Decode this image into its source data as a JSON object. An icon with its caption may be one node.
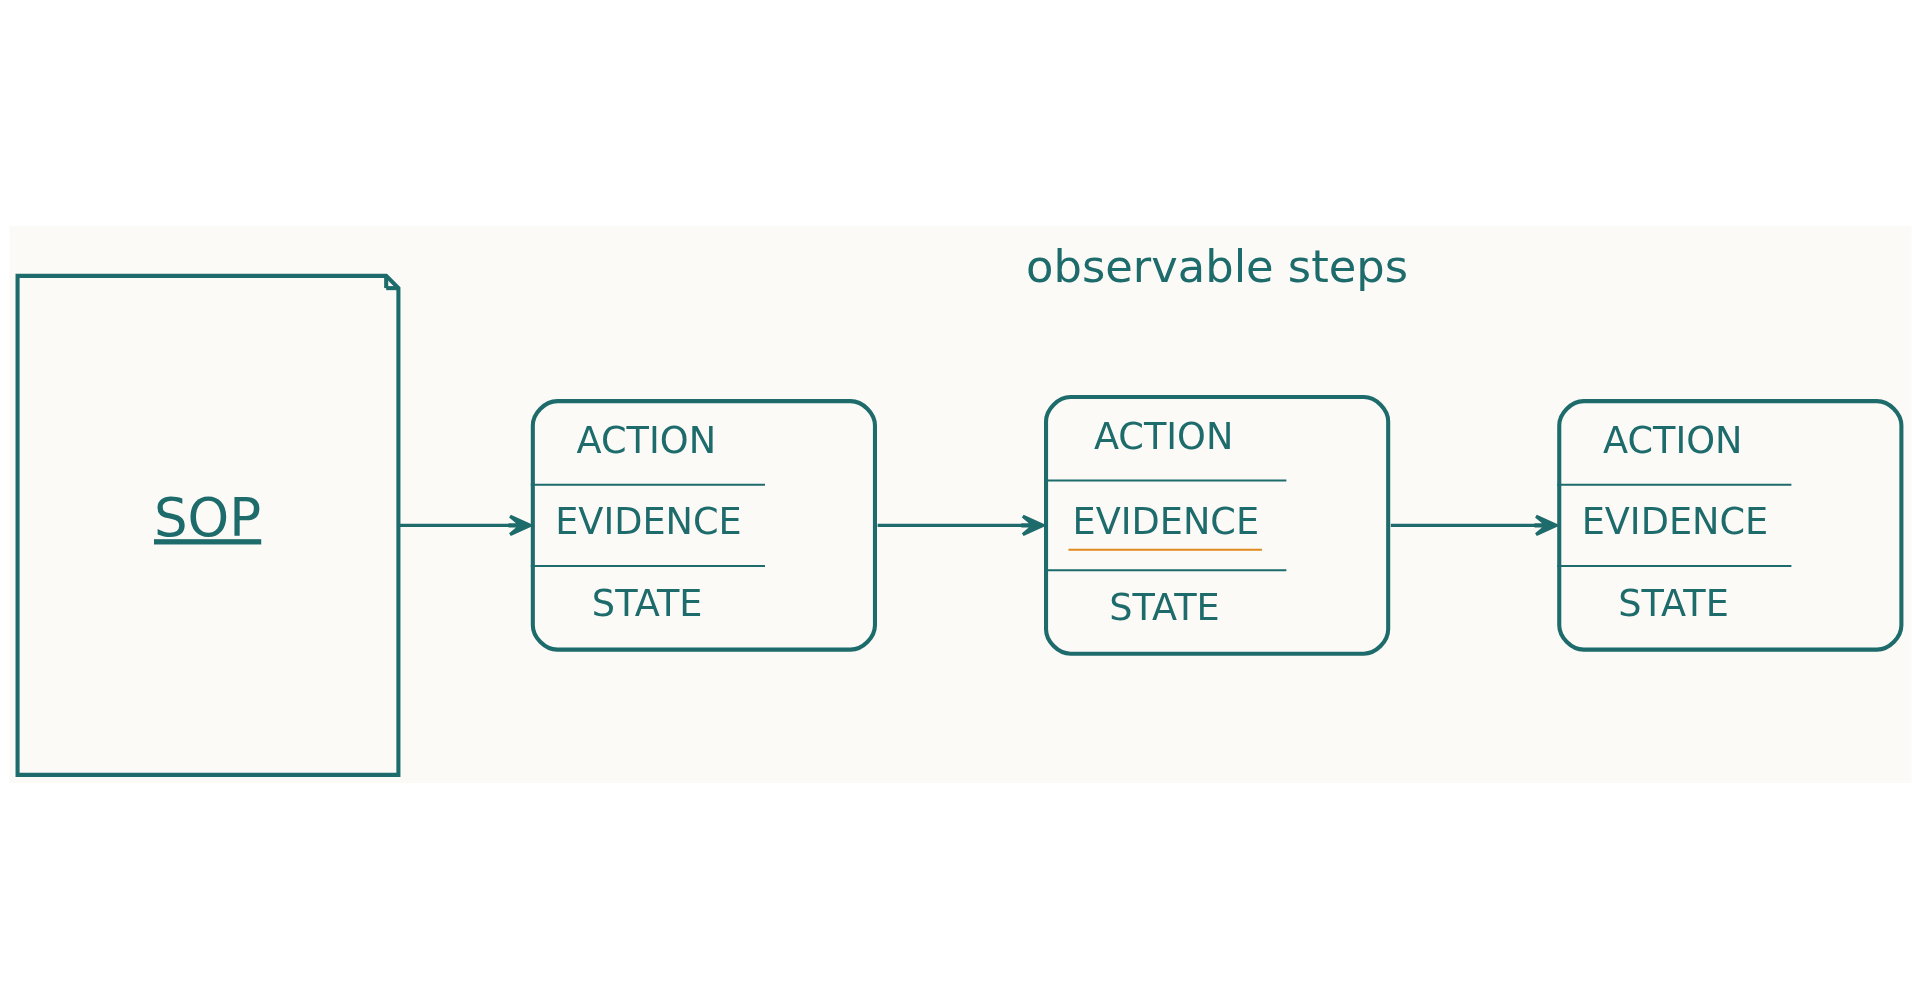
{
  "diagram": {
    "nodes": [
      {
        "text": [
          "SOP"
        ]
      },
      {
        "text": [
          "ACTION",
          "EVIDENCE",
          "STATE"
        ]
      },
      {
        "text": [
          "ACTION",
          "EVIDENCE",
          "STATE"
        ]
      },
      {
        "text": [
          "ACTION",
          "EVIDENCE",
          "STATE"
        ]
      }
    ],
    "edges": [
      {
        "from": 0,
        "to": 1,
        "arrow": "to"
      },
      {
        "from": 1,
        "to": 2,
        "arrow": "to"
      },
      {
        "from": 2,
        "to": 3,
        "arrow": "to"
      }
    ],
    "labels": [
      "observable steps"
    ]
  }
}
